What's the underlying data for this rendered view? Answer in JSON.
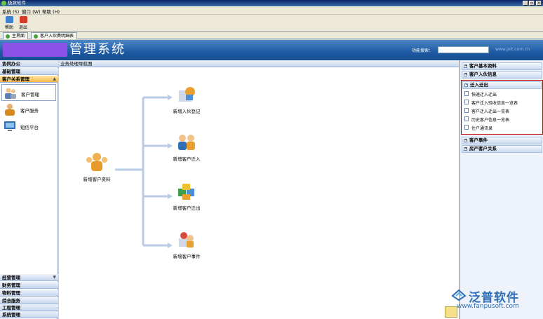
{
  "window": {
    "title": "极致软件"
  },
  "menubar": {
    "items": [
      "系统 (S)",
      "窗口 (W)",
      "帮助 (H)"
    ]
  },
  "toolbar": {
    "help_label": "帮助",
    "exit_label": "退出"
  },
  "tabs": [
    {
      "label": "主界面"
    },
    {
      "label": "客户入伙费明细表"
    }
  ],
  "banner": {
    "title": "管理系统",
    "search_label": "功能搜索：",
    "search_value": "",
    "url_text": "www.jxit.com.cn"
  },
  "leftnav": {
    "top_groups": [
      "协同办公",
      "基础管理"
    ],
    "active_group": "客户关系管理",
    "items": [
      "客户管理",
      "客户服务",
      "短信平台"
    ],
    "bottom_groups": [
      "经营管理",
      "财务管理",
      "物料管理",
      "综合服务",
      "工程管理",
      "系统管理"
    ]
  },
  "main": {
    "breadcrumb": "业务处理导航图",
    "root_node": "新增客户资料",
    "branch_nodes": [
      "新增入伙登记",
      "新增客户迁入",
      "新增客户迁出",
      "新增客户事件"
    ]
  },
  "rightnav": {
    "groups_top": [
      "客户基本资料",
      "客户入伙信息"
    ],
    "expanded_group": "迁入迁出",
    "expanded_items": [
      "快速迁入迁出",
      "客户迁入验收信息一览表",
      "客户迁入迁出一览表",
      "历史客户信息一览表",
      "住户通讯录"
    ],
    "groups_bottom": [
      "客户事件",
      "房产客户关系"
    ]
  },
  "watermark": {
    "brand": "泛普软件",
    "site": "www.fanpusoft.com"
  },
  "colors": {
    "banner": "#1d5aa3",
    "active_group": "#f8b84a",
    "highlight_border": "#c00000",
    "connector": "#b8cce4"
  }
}
